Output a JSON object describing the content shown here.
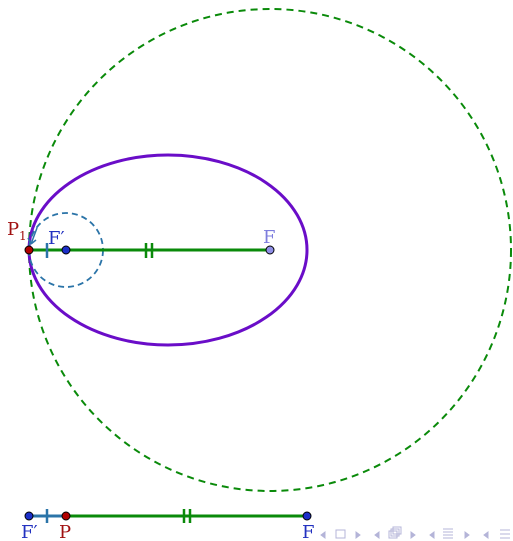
{
  "labels": {
    "p1": "P",
    "p1_sub": "1",
    "fprime_top": "F′",
    "f_top": "F",
    "fprime_bottom": "F′",
    "p_bottom": "P",
    "f_bottom": "F"
  },
  "nav_icons": [
    "nav-left-icon",
    "nav-frame-icon",
    "nav-right-icon",
    "nav-left-icon",
    "nav-subsection-icon",
    "nav-right-icon",
    "nav-left-icon",
    "nav-section-icon",
    "nav-right-icon",
    "nav-left-icon",
    "nav-equiv-icon"
  ],
  "colors": {
    "ellipse": "#6a0dc8",
    "segment": "#0a8a0a",
    "big_circle": "#0a8a0a",
    "small_circle": "#2b74a8",
    "point_red": "#b00000",
    "point_blue": "#1c2fc8",
    "label_red": "#a01010",
    "label_blue": "#2231c0",
    "label_f_light": "#7d7ddd",
    "nav": "#b4b4d8"
  }
}
